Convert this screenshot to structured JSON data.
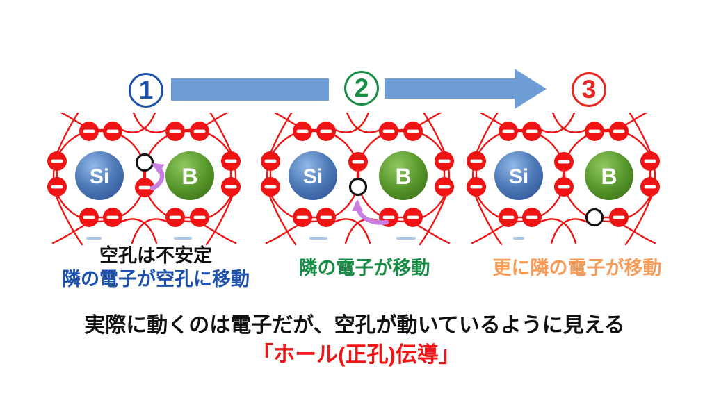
{
  "sequence": {
    "step1": {
      "number": "1",
      "color": "#1C52AD"
    },
    "step2": {
      "number": "2",
      "color": "#178D46"
    },
    "step3": {
      "number": "3",
      "color": "#E8251F"
    },
    "arrow_color": "#6E9DD5"
  },
  "panels": {
    "p1": {
      "left_atom": "Si",
      "right_atom": "B",
      "hole_position": "between atoms, upper bond site",
      "electron_move": "electron below hole moves up into hole",
      "caption1": "空孔は不安定",
      "caption1_color": "#111111",
      "caption2": "隣の電子が空孔に移動",
      "caption2_color": "#1C52AD"
    },
    "p2": {
      "left_atom": "Si",
      "right_atom": "B",
      "hole_position": "between atoms, lower bond site",
      "electron_move": "electron of B lower pair moves up into hole",
      "caption1": "隣の電子が移動",
      "caption1_color": "#178D46"
    },
    "p3": {
      "left_atom": "Si",
      "right_atom": "B",
      "hole_position": "B atom lower-left bond site",
      "electron_move": null,
      "caption1": "更に隣の電子が移動",
      "caption1_color": "#F79A55"
    }
  },
  "summary": {
    "line1": "実際に動くのは電子だが、空孔が動いているように見える",
    "line1_color": "#111111",
    "line2": "「ホール(正孔)伝導」",
    "line2_color": "#F01516"
  },
  "colors": {
    "electron": "#EE1414",
    "bond_line": "#EE1414",
    "hole_stroke": "#111111",
    "si_sphere": "#4E7AB8",
    "b_sphere": "#5A9A2E",
    "move_arrow": "#C87FE0"
  }
}
